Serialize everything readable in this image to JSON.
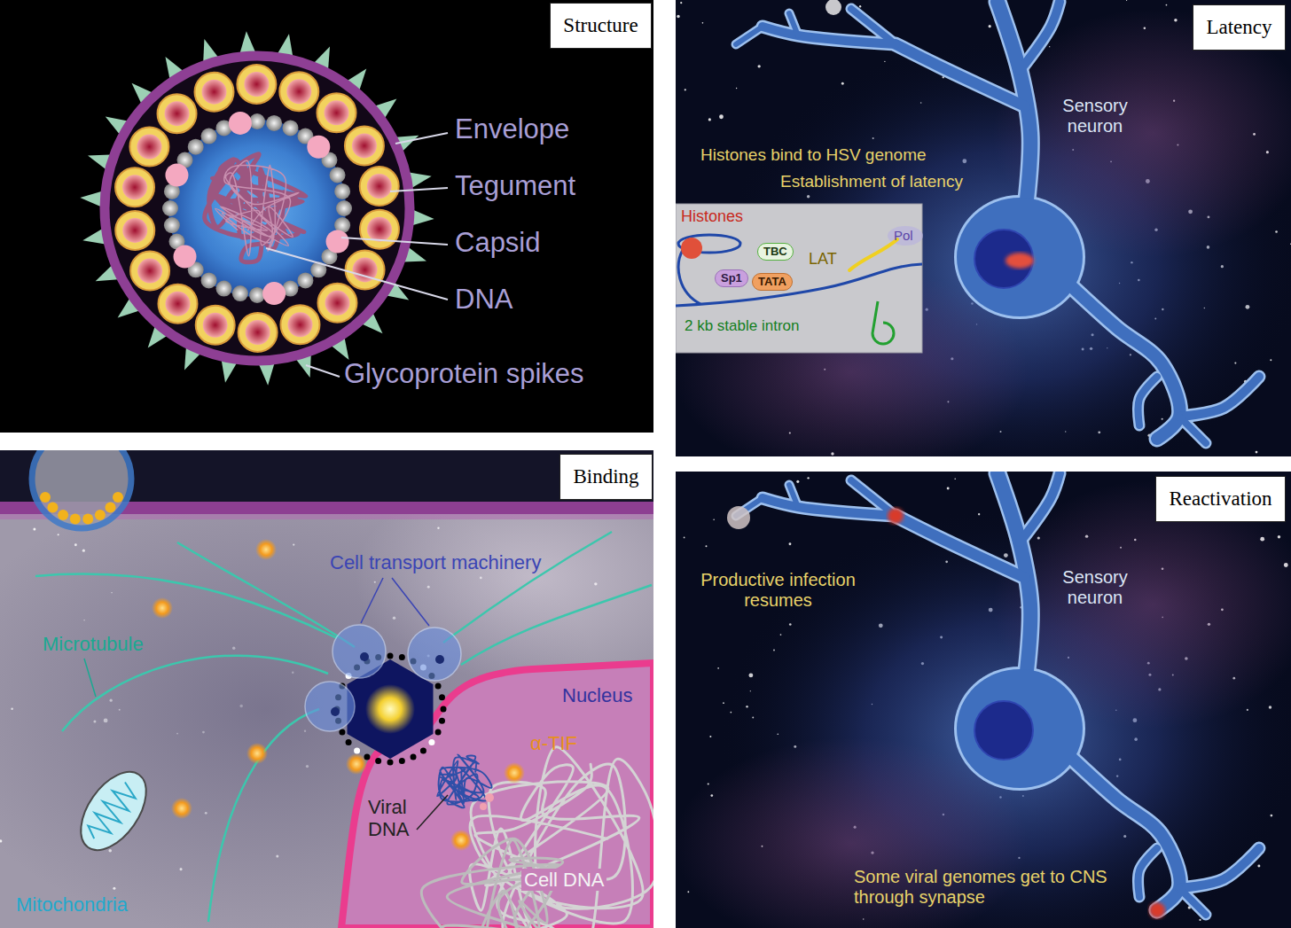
{
  "diagram": {
    "nodes": [
      {
        "text": [
          "Structure"
        ]
      },
      {
        "text": [
          "Latency"
        ]
      },
      {
        "text": [
          "Histones",
          "Pol",
          "LAT",
          "2 kb stable intron"
        ]
      },
      {
        "text": [
          "Sp1"
        ],
        "in": 2
      },
      {
        "text": [
          "TATA"
        ],
        "in": 2
      },
      {
        "text": [
          "TBC"
        ],
        "in": 2
      },
      {
        "text": [
          "Binding"
        ]
      },
      {
        "text": [
          "Reactivation"
        ]
      }
    ],
    "labels": [
      "Envelope",
      "Tegument",
      "Capsid",
      "DNA",
      "Glycoprotein spikes",
      "Sensory neuron",
      "Histones bind to HSV genome",
      "Establishment of latency",
      "Cell transport machinery",
      "Microtubule",
      "Nucleus",
      "α-TIF",
      "Viral DNA",
      "Cell DNA",
      "Mitochondria",
      "Productive infection resumes",
      "Sensory neuron",
      "Some viral genomes get to CNS through synapse"
    ]
  }
}
